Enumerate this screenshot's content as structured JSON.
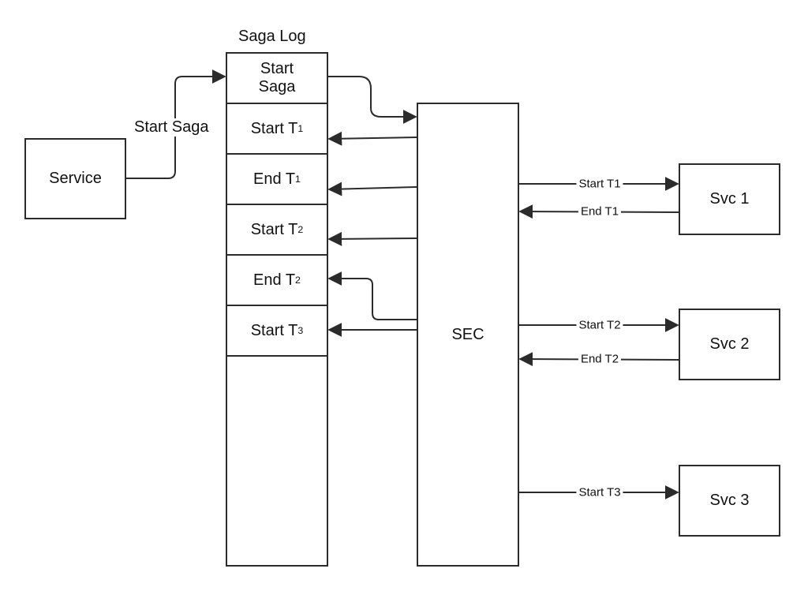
{
  "saga_log": {
    "title": "Saga Log",
    "entries": [
      {
        "text": "Start Saga"
      },
      {
        "text": "Start T",
        "sub": "1"
      },
      {
        "text": "End T",
        "sub": "1"
      },
      {
        "text": "Start T",
        "sub": "2"
      },
      {
        "text": "End T",
        "sub": "2"
      },
      {
        "text": "Start T",
        "sub": "3"
      }
    ]
  },
  "service": {
    "label": "Service"
  },
  "start_saga_edge": {
    "label": "Start Saga"
  },
  "sec": {
    "label": "SEC"
  },
  "services": [
    {
      "label": "Svc 1"
    },
    {
      "label": "Svc 2"
    },
    {
      "label": "Svc 3"
    }
  ],
  "edges": {
    "start_t1": "Start T1",
    "end_t1": "End T1",
    "start_t2": "Start T2",
    "end_t2": "End T2",
    "start_t3": "Start T3"
  },
  "colors": {
    "stroke": "#2b2b2b",
    "background": "#ffffff"
  }
}
